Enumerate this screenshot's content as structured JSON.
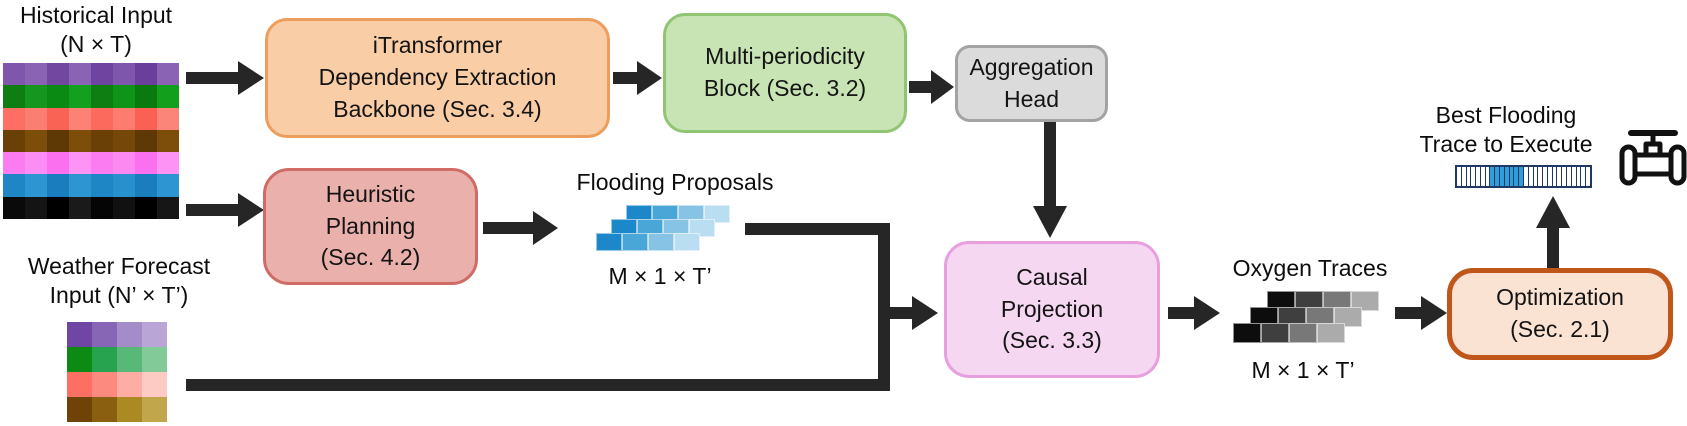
{
  "diagram": {
    "arrow_color": "#262626",
    "historical_input": {
      "title_line1": "Historical Input",
      "title_line2": "(N × T)",
      "grid": [
        [
          "#7e57ac",
          "#8a63b5",
          "#7247a0",
          "#8a63b5",
          "#6f44a0",
          "#7e57ac",
          "#6a3f9b",
          "#8a63b5"
        ],
        [
          "#0e7d12",
          "#15961f",
          "#0b8a13",
          "#13a01e",
          "#0e7d12",
          "#0f9419",
          "#087a0e",
          "#12a01c"
        ],
        [
          "#fc6f62",
          "#fb7e72",
          "#f96356",
          "#fc8276",
          "#fb6a5d",
          "#fc7d70",
          "#fa6154",
          "#fc8579"
        ],
        [
          "#6b4007",
          "#7d4e0a",
          "#5e3805",
          "#7d4e0a",
          "#6b4007",
          "#754709",
          "#5e3805",
          "#7d4e0a"
        ],
        [
          "#fb7cf0",
          "#fc8df4",
          "#fa70ee",
          "#fc93f5",
          "#fb7cf0",
          "#fc88f2",
          "#fa70ee",
          "#fc93f5"
        ],
        [
          "#1f86c6",
          "#2d95d2",
          "#1a7dbd",
          "#2d95d2",
          "#1f86c6",
          "#2790cd",
          "#1a7dbd",
          "#2d95d2"
        ],
        [
          "#0a0a0a",
          "#141414",
          "#000000",
          "#1a1a1a",
          "#050505",
          "#111111",
          "#000000",
          "#161616"
        ]
      ]
    },
    "weather_input": {
      "title_line1": "Weather Forecast",
      "title_line2": "Input (N’ × T’)",
      "grid": [
        [
          "#6f46a3",
          "#8666b5",
          "#a38cc8",
          "#b9a6d6"
        ],
        [
          "#0c8a14",
          "#27a24e",
          "#57b877",
          "#82ca97"
        ],
        [
          "#fc7064",
          "#fc8a7f",
          "#fdada4",
          "#fecac4"
        ],
        [
          "#6f4307",
          "#8a5f10",
          "#ab8a23",
          "#c2a64b"
        ]
      ]
    },
    "boxes": {
      "itransformer": {
        "lines": [
          "iTransformer",
          "Dependency Extraction",
          "Backbone (Sec. 3.4)"
        ],
        "fill": "#F9CDA6",
        "border": "#ED9E5C"
      },
      "multi_periodicity": {
        "lines": [
          "Multi-periodicity",
          "Block (Sec. 3.2)"
        ],
        "fill": "#C9E4B4",
        "border": "#90C571"
      },
      "aggregation_head": {
        "lines": [
          "Aggregation",
          "Head"
        ],
        "fill": "#DBDBDB",
        "border": "#A3A3A3"
      },
      "heuristic_planning": {
        "lines": [
          "Heuristic",
          "Planning",
          "(Sec. 4.2)"
        ],
        "fill": "#EAB0AC",
        "border": "#D06B65"
      },
      "causal_projection": {
        "lines": [
          "Causal",
          "Projection",
          "(Sec. 3.3)"
        ],
        "fill": "#F5D7F2",
        "border": "#E79FE0"
      },
      "optimization": {
        "lines": [
          "Optimization",
          "(Sec. 2.1)"
        ],
        "fill": "#FBE3D3",
        "border": "#C0561A"
      }
    },
    "flooding_proposals": {
      "label": "Flooding Proposals",
      "dims": "M × 1 × T’",
      "row_colors": [
        "#1c88ca",
        "#4ba6d8",
        "#86c3e5",
        "#b9ddf1"
      ]
    },
    "oxygen_traces": {
      "label": "Oxygen Traces",
      "dims": "M × 1 × T’",
      "row_colors": [
        "#0d0d0d",
        "#3f3f3f",
        "#787878",
        "#ababab"
      ]
    },
    "output": {
      "title_line1": "Best Flooding",
      "title_line2": "Trace to Execute",
      "icon": "valve-icon",
      "trace_bar": {
        "border_color": "#1F3864",
        "active_color": "#2E9FDB",
        "inactive_color": "#FFFFFF",
        "segments": [
          {
            "count": 7,
            "state": "inactive"
          },
          {
            "count": 7,
            "state": "active"
          },
          {
            "count": 14,
            "state": "inactive"
          }
        ]
      }
    }
  }
}
